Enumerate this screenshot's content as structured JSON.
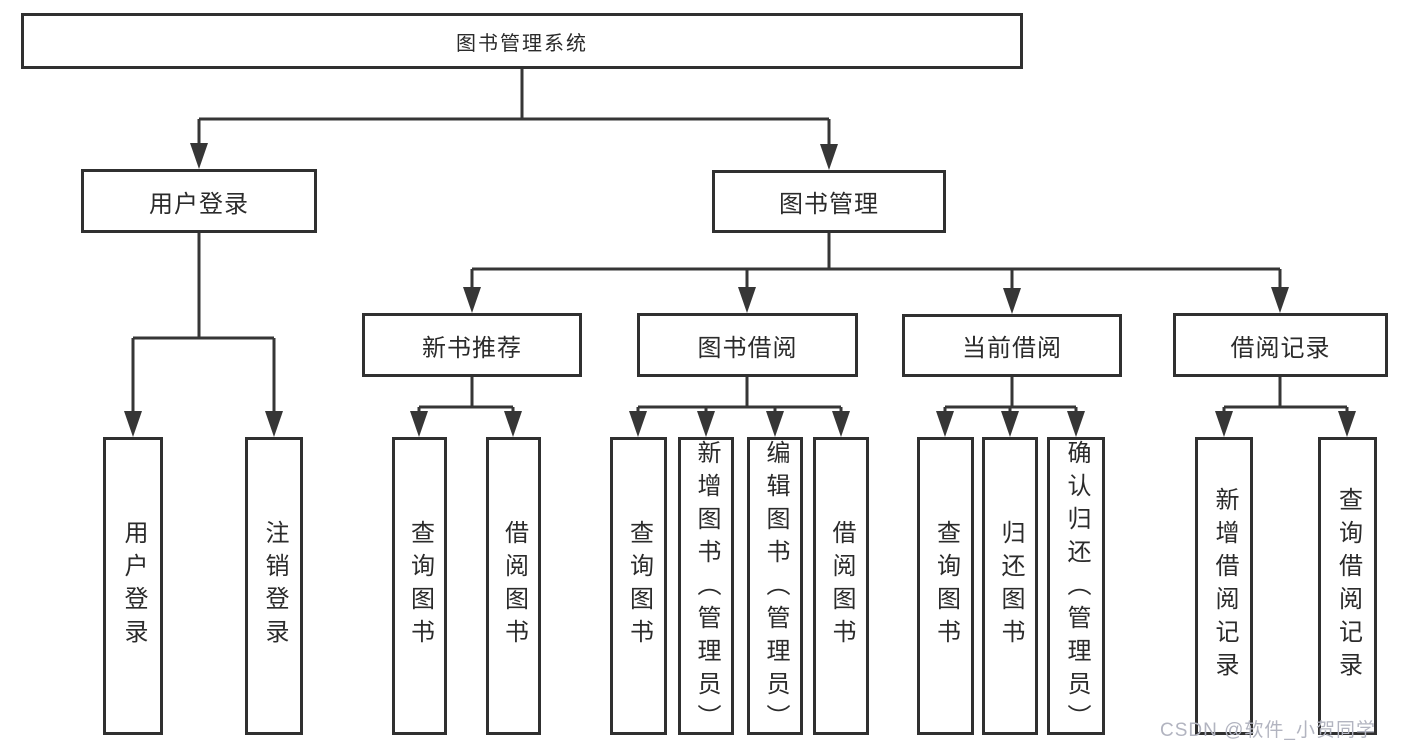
{
  "diagram": {
    "root": {
      "label": "图书管理系统"
    },
    "branches": [
      {
        "label": "用户登录",
        "children": [
          {
            "label": "用户登录"
          },
          {
            "label": "注销登录"
          }
        ]
      },
      {
        "label": "图书管理",
        "children": [
          {
            "label": "新书推荐",
            "children": [
              {
                "label": "查询图书"
              },
              {
                "label": "借阅图书"
              }
            ]
          },
          {
            "label": "图书借阅",
            "children": [
              {
                "label": "查询图书"
              },
              {
                "label": "新增图书（管理员）"
              },
              {
                "label": "编辑图书（管理员）"
              },
              {
                "label": "借阅图书"
              }
            ]
          },
          {
            "label": "当前借阅",
            "children": [
              {
                "label": "查询图书"
              },
              {
                "label": "归还图书"
              },
              {
                "label": "确认归还（管理员）"
              }
            ]
          },
          {
            "label": "借阅记录",
            "children": [
              {
                "label": "新增借阅记录"
              },
              {
                "label": "查询借阅记录"
              }
            ]
          }
        ]
      }
    ]
  },
  "watermark": {
    "text": "CSDN @软件_小贺同学"
  },
  "colors": {
    "line": "#363636",
    "box_border": "#303030",
    "text": "#2b2b2b",
    "watermark": "#b2b4c0",
    "background": "#ffffff"
  }
}
